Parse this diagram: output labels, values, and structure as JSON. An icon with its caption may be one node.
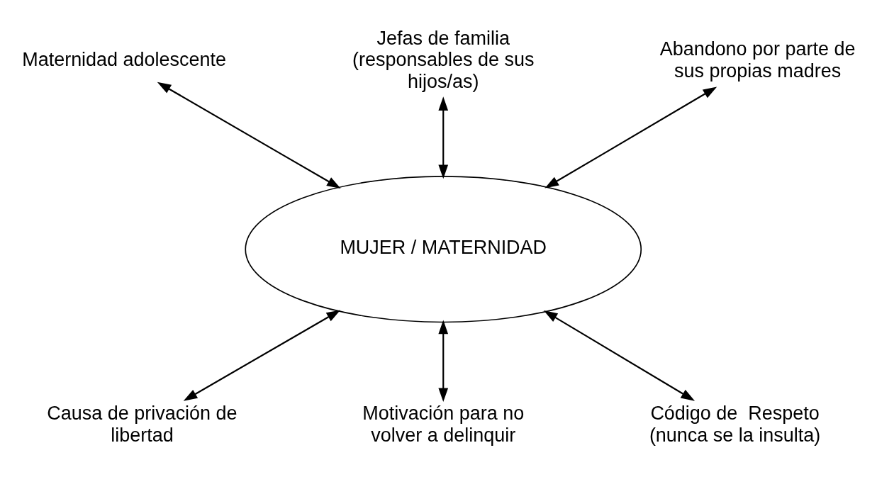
{
  "diagram": {
    "nodes": [
      {
        "text": [
          "Maternidad adolescente"
        ]
      },
      {
        "text": [
          "Jefas de familia (responsables de sus hijos/as)"
        ]
      },
      {
        "text": [
          "Abandono por parte de sus propias madres"
        ]
      },
      {
        "text": [
          "MUJER / MATERNIDAD"
        ]
      },
      {
        "text": [
          "Causa de privación de libertad"
        ]
      },
      {
        "text": [
          "Motivación para no volver a delinquir"
        ]
      },
      {
        "text": [
          "Código de  Respeto (nunca se la insulta)"
        ]
      }
    ],
    "edges": [
      {
        "from": 0,
        "to": 3,
        "arrow": "both"
      },
      {
        "from": 1,
        "to": 3,
        "arrow": "both"
      },
      {
        "from": 2,
        "to": 3,
        "arrow": "both"
      },
      {
        "from": 3,
        "to": 4,
        "arrow": "both"
      },
      {
        "from": 3,
        "to": 5,
        "arrow": "both"
      },
      {
        "from": 3,
        "to": 6,
        "arrow": "both"
      }
    ]
  }
}
